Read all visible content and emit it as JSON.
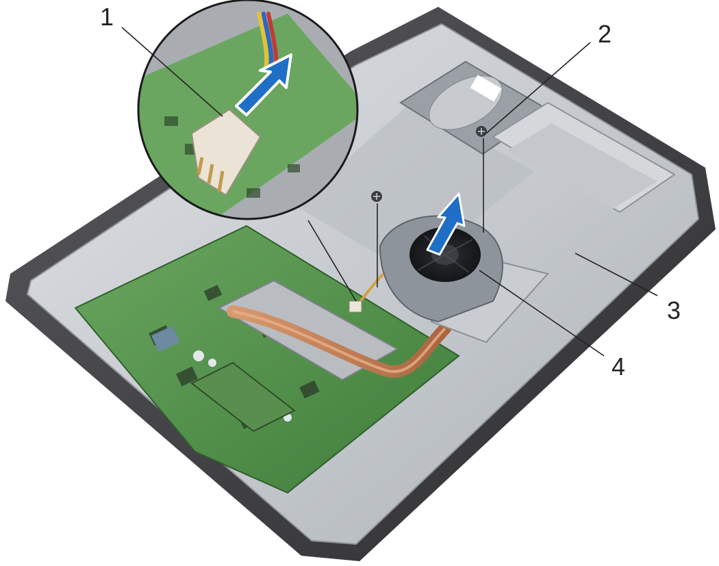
{
  "callouts": [
    {
      "id": "1",
      "label": "1"
    },
    {
      "id": "2",
      "label": "2"
    },
    {
      "id": "3",
      "label": "3"
    },
    {
      "id": "4",
      "label": "4"
    }
  ],
  "colors": {
    "bezel": "#3a3a3c",
    "chassis": "#c9ccd0",
    "board": "#4e8f4a",
    "heatpipe": "#c7825a",
    "fan": "#8d949b",
    "arrow": "#1f6fc6",
    "label": "#222222"
  },
  "icons": {
    "direction_arrow": "arrow-up-icon",
    "screw": "screw-icon"
  }
}
